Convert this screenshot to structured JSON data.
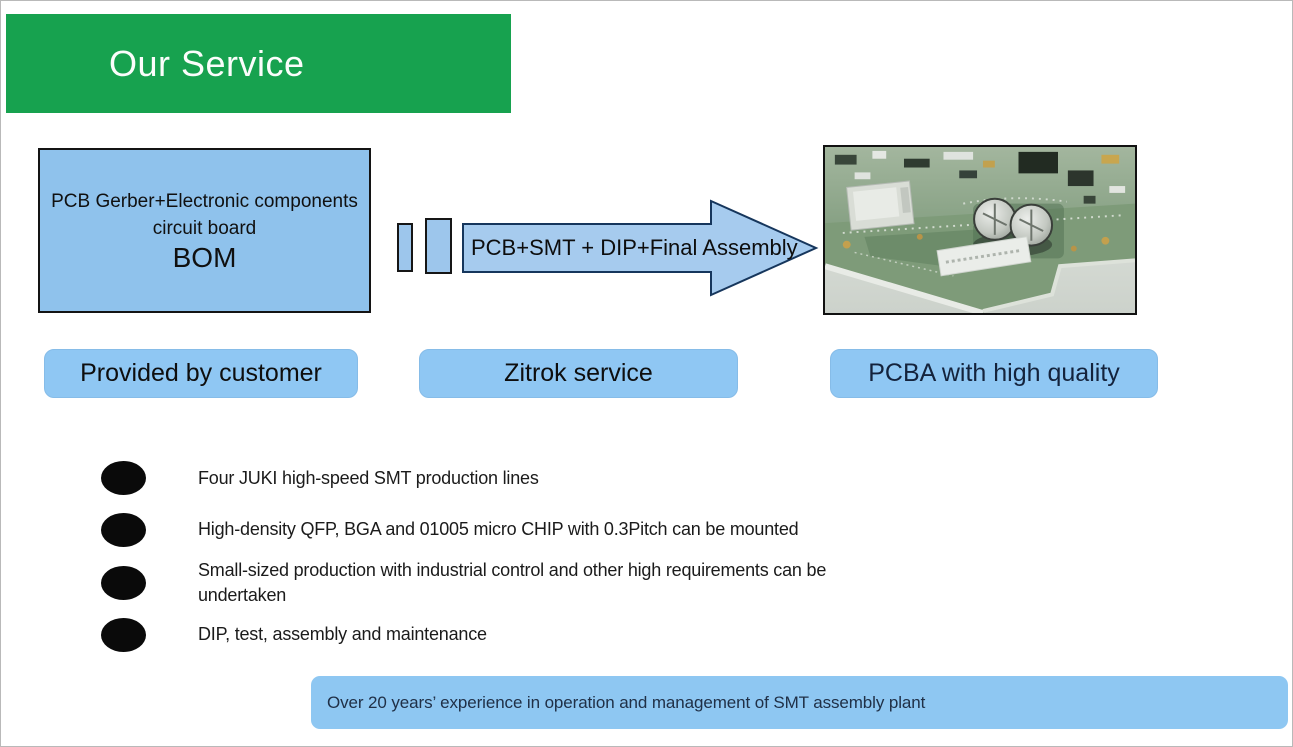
{
  "slide": {
    "title": "Our Service",
    "flow": {
      "input_box": {
        "line1": "PCB Gerber+Electronic components",
        "line2": "circuit board",
        "line3": "BOM"
      },
      "arrow_label": "PCB+SMT + DIP+Final Assembly"
    },
    "labels": [
      {
        "text": "Provided by customer"
      },
      {
        "text": "Zitrok service"
      },
      {
        "text": "PCBA with high quality"
      }
    ],
    "bullets": [
      "Four JUKI high-speed SMT production lines",
      "High-density QFP, BGA and 01005 micro CHIP with 0.3Pitch can be mounted",
      "Small-sized production with industrial control and other high requirements can be undertaken",
      "DIP, test, assembly and maintenance"
    ],
    "footer": "Over 20 years’ experience in operation and management of SMT assembly plant",
    "colors": {
      "accent_green": "#17a24f",
      "light_blue": "#8fc7f3",
      "box_blue": "#8fc2ec",
      "arrow_border": "#16365c",
      "navy_text": "#14233c"
    }
  }
}
